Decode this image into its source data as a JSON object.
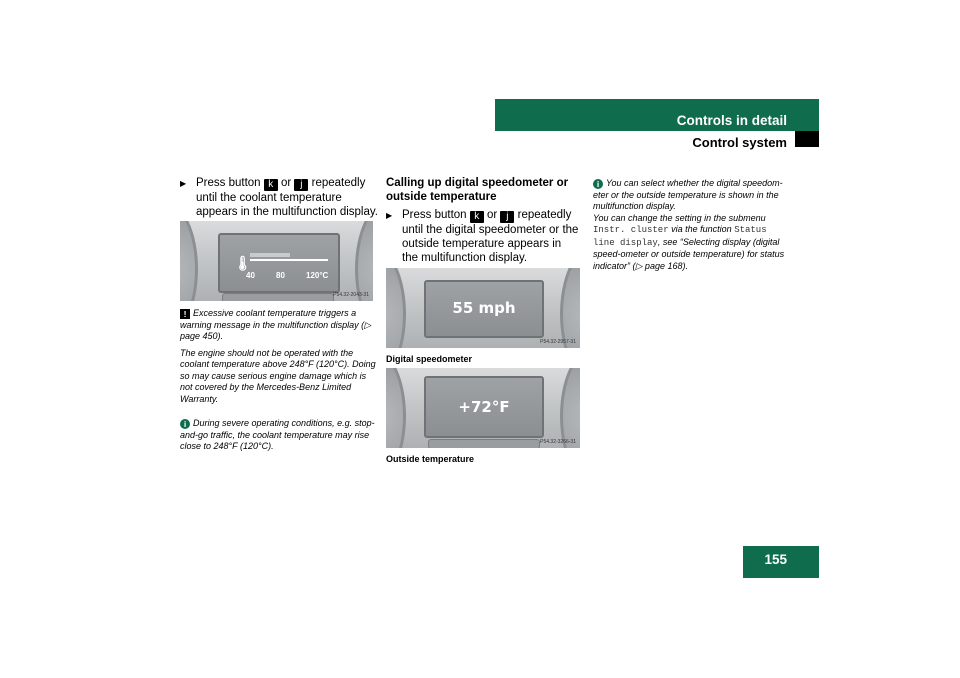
{
  "header": {
    "title": "Controls in detail",
    "subtitle": "Control system"
  },
  "page_number": "155",
  "col1": {
    "step": {
      "pre": "Press button",
      "key1": "k",
      "mid": "or",
      "key2": "j",
      "post": "repeatedly until the coolant temperature appears in the multifunction display."
    },
    "image": {
      "scale_40": "40",
      "scale_80": "80",
      "scale_120": "120°C",
      "code": "P54.32-2043-31"
    },
    "warning": {
      "p1": "Excessive coolant temperature triggers a warning message in the multifunction display (▷ page 450).",
      "p2": "The engine should not be operated with the coolant temperature above 248°F (120°C). Doing so may cause serious engine damage which is not covered by the Mercedes-Benz Limited Warranty."
    },
    "info": {
      "text": "During severe operating conditions, e.g. stop-and-go traffic, the coolant temperature may rise close to 248°F (120°C)."
    }
  },
  "col2": {
    "heading": "Calling up digital speedometer or outside temperature",
    "step": {
      "pre": "Press button",
      "key1": "k",
      "mid": "or",
      "key2": "j",
      "post": "repeatedly until the digital speedometer or the outside temperature appears in the multifunction display."
    },
    "image1": {
      "display": "55 mph",
      "code": "P54.32-2957-31",
      "caption": "Digital speedometer"
    },
    "image2": {
      "display": "+72°F",
      "code": "P54.32-3266-31",
      "caption": "Outside temperature"
    }
  },
  "col3": {
    "info": {
      "line1": "You can select whether the digital speedom-eter or the outside temperature is shown in the multifunction display.",
      "line2_pre": "You can change the setting in the submenu",
      "code1": "Instr. cluster",
      "line2_mid": "via the function",
      "code2": "Status line display",
      "line2_post": ", see “Selecting display (digital speed-ometer or outside temperature) for status indicator” (▷ page 168)."
    }
  },
  "icons": {
    "warning": "!",
    "info": "i",
    "arrow": "▶"
  },
  "colors": {
    "accent": "#0f6c4d"
  }
}
